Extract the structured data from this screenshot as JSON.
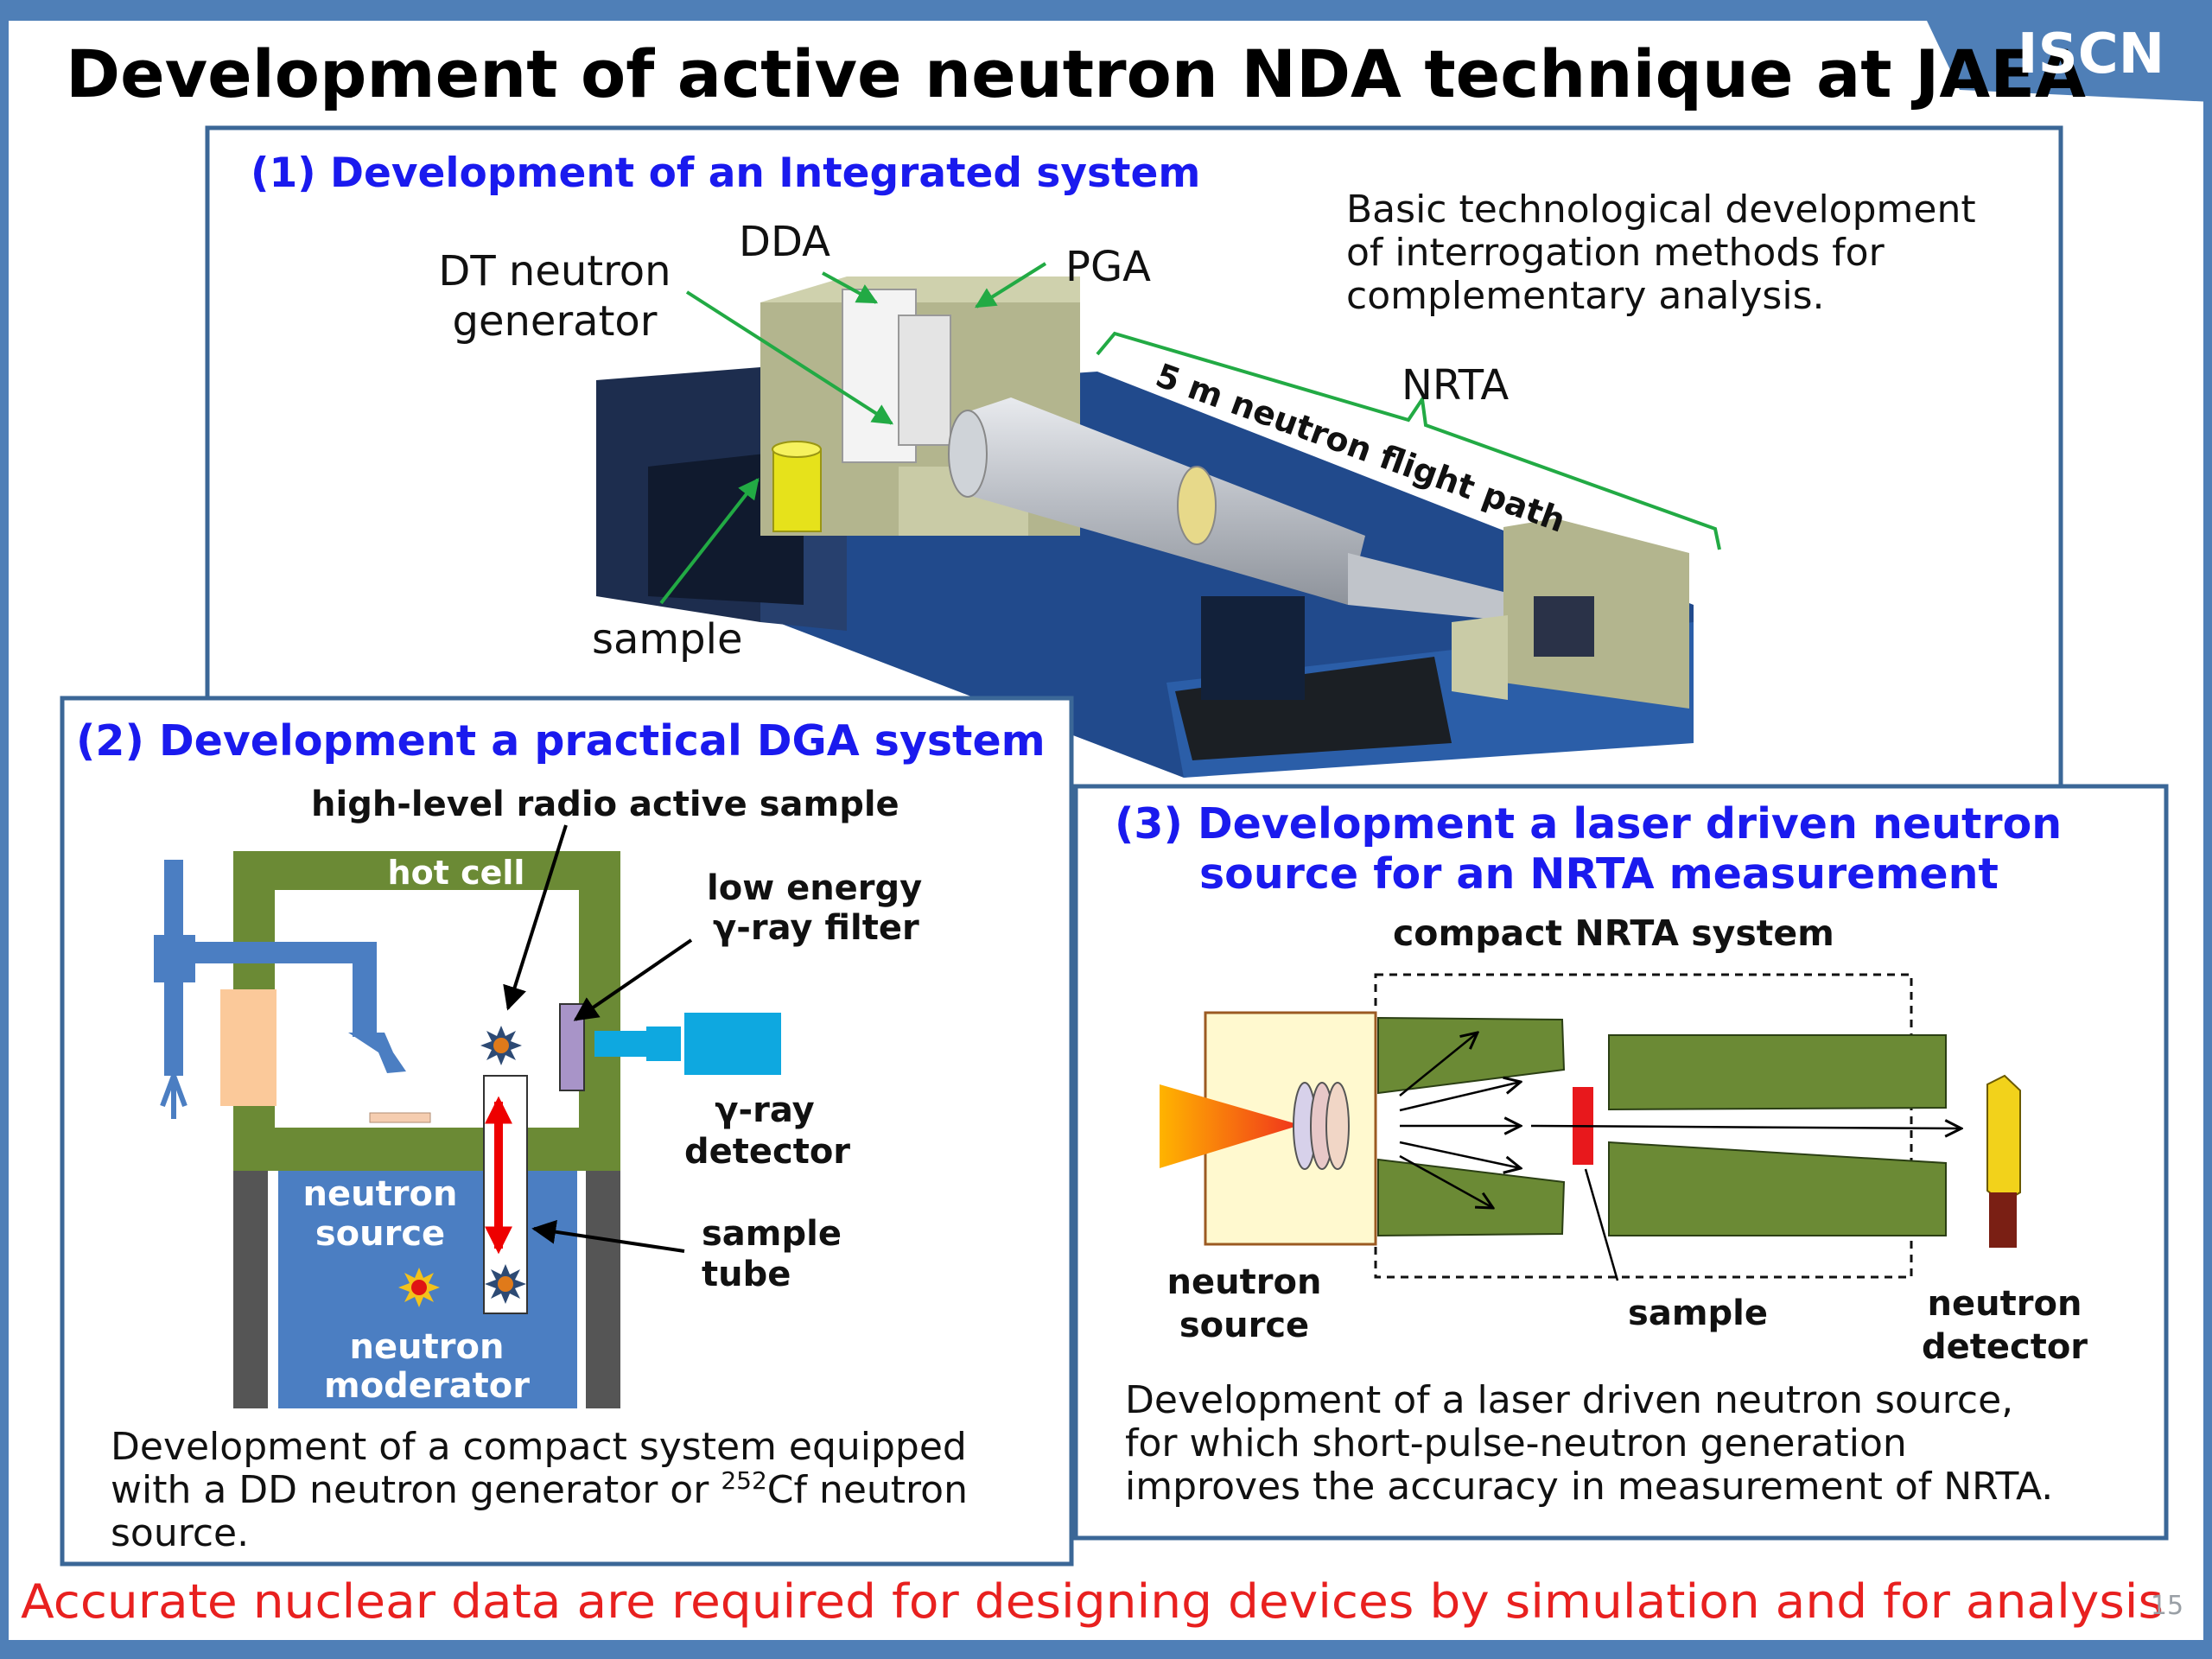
{
  "brand": "ISCN",
  "title": "Development of active neutron NDA technique at JAEA",
  "page_number": "15",
  "footer": "Accurate nuclear data are required for designing devices by simulation and for analysis",
  "colors": {
    "frame_blue": "#4f7fb7",
    "heading_blue": "#1a1aee",
    "footer_red": "#e8201f",
    "olive": "#6b8a35",
    "label_green": "#22aa44"
  },
  "panel1": {
    "heading": "(1) Development of an Integrated system",
    "description": [
      "Basic technological development",
      "of interrogation methods for",
      "complementary analysis."
    ],
    "labels": {
      "dt_generator": [
        "DT neutron",
        "generator"
      ],
      "dda": "DDA",
      "pga": "PGA",
      "nrta": "NRTA",
      "flight_path": "5 m neutron flight path",
      "sample": "sample"
    }
  },
  "panel2": {
    "heading": "(2) Development a practical DGA system",
    "labels": {
      "high_level_sample": "high-level radio active sample",
      "hot_cell": "hot cell",
      "filter": [
        "low energy",
        "γ-ray filter"
      ],
      "gamma_detector": [
        "γ-ray",
        "detector"
      ],
      "sample_tube": [
        "sample",
        "tube"
      ],
      "neutron_source": [
        "neutron",
        "source"
      ],
      "moderator": [
        "neutron",
        "moderator"
      ]
    },
    "description": {
      "line1": "Development of a compact system equipped",
      "line2_pre": "with a DD neutron generator or ",
      "superscript": "252",
      "line2_post": "Cf neutron",
      "line3": "source."
    }
  },
  "panel3": {
    "heading": [
      "(3) Development a laser driven neutron",
      "source for an NRTA measurement"
    ],
    "labels": {
      "compact_system": "compact NRTA system",
      "neutron_source": [
        "neutron",
        "source"
      ],
      "sample": "sample",
      "neutron_detector": [
        "neutron",
        "detector"
      ]
    },
    "description": [
      "Development of a laser driven neutron source,",
      "for which short-pulse-neutron generation",
      "improves the accuracy in measurement of NRTA."
    ]
  }
}
